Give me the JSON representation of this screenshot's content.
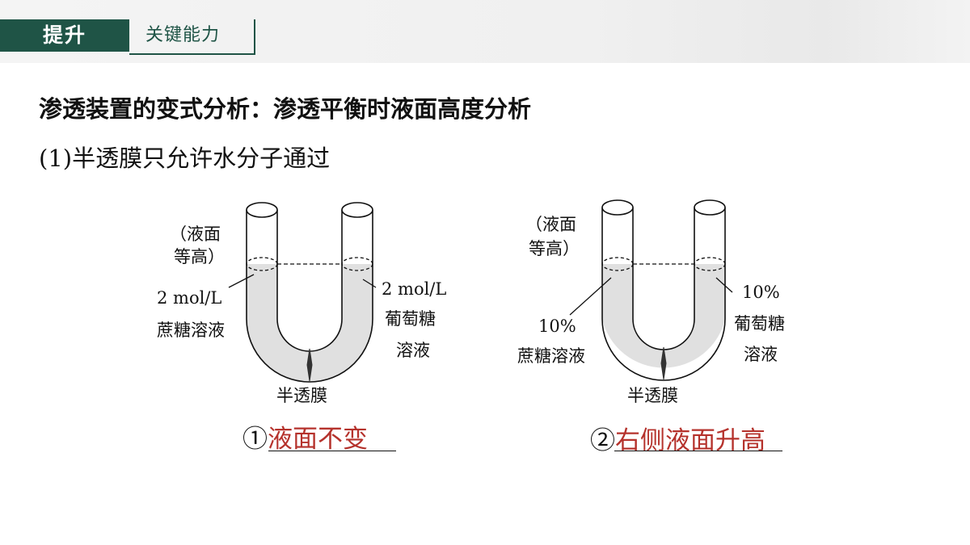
{
  "header": {
    "badge": "提升",
    "subtitle": "关键能力"
  },
  "main": {
    "heading": "渗透装置的变式分析：渗透平衡时液面高度分析",
    "condition": "(1)半透膜只允许水分子通过"
  },
  "diagram1": {
    "note_line1": "（液面",
    "note_line2": "等高）",
    "left_conc": "2 mol/L",
    "left_solution": "蔗糖溶液",
    "right_conc": "2 mol/L",
    "right_solution_line1": "葡萄糖",
    "right_solution_line2": "溶液",
    "membrane": "半透膜",
    "index": "①",
    "answer": "液面不变"
  },
  "diagram2": {
    "note_line1": "（液面",
    "note_line2": "等高）",
    "left_conc": "10%",
    "left_solution": "蔗糖溶液",
    "right_conc": "10%",
    "right_solution_line1": "葡萄糖",
    "right_solution_line2": "溶液",
    "membrane": "半透膜",
    "index": "②",
    "answer": "右侧液面升高"
  },
  "colors": {
    "theme": "#1f5446",
    "answer": "#b5322c",
    "solution": "#e0e0e0"
  }
}
